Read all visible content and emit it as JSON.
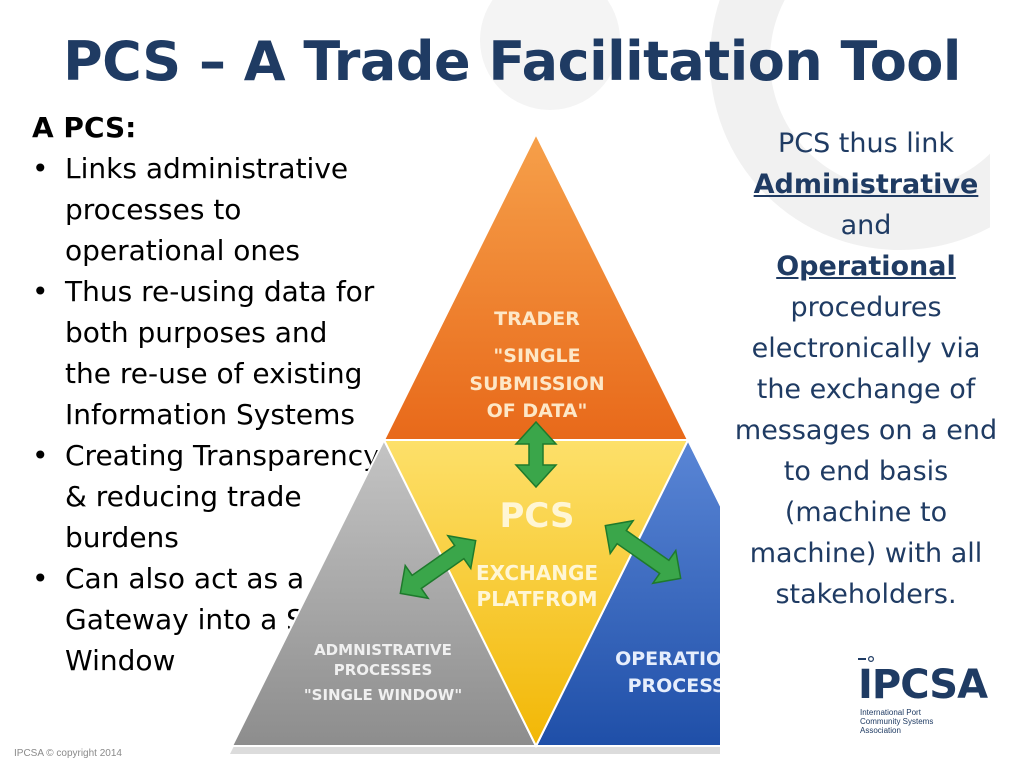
{
  "title": "PCS – A Trade Facilitation Tool",
  "left": {
    "heading": "A PCS:",
    "bullets": [
      "Links administrative processes  to operational ones",
      "Thus re-using data for both purposes and the re-use of existing Information Systems",
      "Creating Transparency & reducing trade burdens",
      "Can also act as a Gateway into a Single Window"
    ]
  },
  "right": {
    "line1": "PCS thus link",
    "kw1": "Administrative",
    "and": " and",
    "kw2": "Operational",
    "rest": "procedures electronically via the exchange of messages on a end to end basis (machine to machine) with all stakeholders."
  },
  "diagram": {
    "trader": [
      "TRADER",
      "\"SINGLE",
      "SUBMISSION",
      "OF DATA\""
    ],
    "pcs": "PCS",
    "exchange": [
      "EXCHANGE",
      "PLATFROM"
    ],
    "admin": [
      "ADMNISTRATIVE",
      "PROCESSES",
      "\"SINGLE WINDOW\""
    ],
    "operational": [
      "OPERATIONAL",
      "PROCESSES"
    ],
    "colors": {
      "trader": "#ee7a22",
      "pcs": "#f5c50f",
      "admin": "#9e9e9e",
      "operational": "#2e5fb8",
      "arrow": "#3aa64a"
    }
  },
  "logo": {
    "name": "IPCSA",
    "subtitle": [
      "International Port",
      "Community Systems",
      "Association"
    ]
  },
  "footer": {
    "copyright": "IPCSA © copyright 2014"
  }
}
